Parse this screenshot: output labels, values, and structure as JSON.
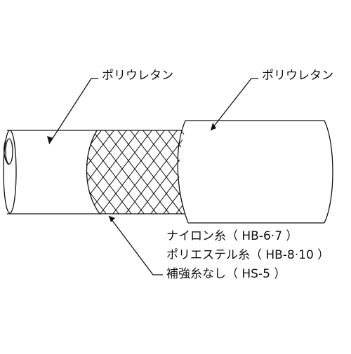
{
  "labels": {
    "inner_tube": "ポリウレタン",
    "outer_cover": "ポリウレタン",
    "reinforcement": [
      "ナイロン糸（ HB-6·7 ）",
      "ポリエステル糸（ HB-8·10 ）",
      "補強糸なし（ HS-5 ）"
    ]
  },
  "colors": {
    "line": "#111111",
    "background": "#ffffff"
  }
}
